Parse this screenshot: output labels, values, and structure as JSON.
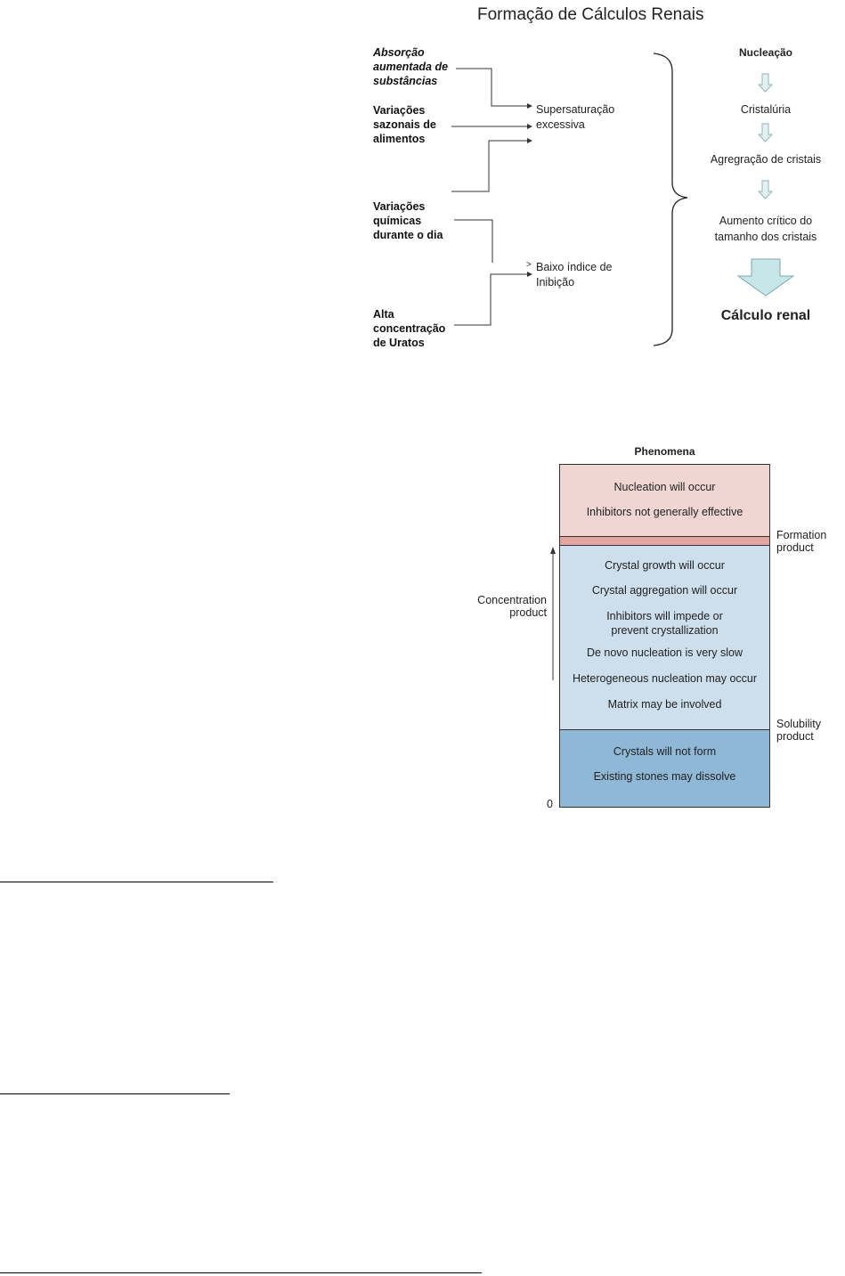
{
  "diagram1": {
    "title": "Formação de Cálculos Renais",
    "inputs": {
      "absorcao": [
        "Absorção",
        "aumentada de",
        "substâncias"
      ],
      "variacoes_sazonais": [
        "Variações",
        "sazonais de",
        "alimentos"
      ],
      "variacoes_quimicas": [
        "Variações",
        "químicas",
        "durante o dia"
      ],
      "alta_concentracao": [
        "Alta",
        "concentração",
        "de Uratos"
      ]
    },
    "middle": {
      "supersaturacao": [
        "Supersaturação",
        "excessiva"
      ],
      "baixo_indice": [
        "Baixo índice de",
        "Inibição"
      ]
    },
    "steps": {
      "nucleacao": "Nucleação",
      "cristaluria": "Cristalúria",
      "agregacao": "Agregração de cristais",
      "aumento": [
        "Aumento crítico do",
        "tamanho  dos cristais"
      ],
      "calculo": "Cálculo renal"
    },
    "colors": {
      "arrow_fill": "#c6e6e8",
      "arrow_stroke": "#7fa8ad"
    }
  },
  "diagram2": {
    "heading": "Phenomena",
    "zone_top": [
      "Nucleation will occur",
      "Inhibitors not generally effective"
    ],
    "zone_middle": [
      "Crystal growth will occur",
      "Crystal aggregation will occur",
      "Inhibitors will impede or",
      "prevent crystallization",
      "De novo nucleation is very slow",
      "Heterogeneous nucleation may occur",
      "Matrix may be involved"
    ],
    "zone_bottom": [
      "Crystals will not form",
      "Existing stones may dissolve"
    ],
    "formation_product": [
      "Formation",
      "product"
    ],
    "solubility_product": [
      "Solubility",
      "product"
    ],
    "concentration_product": [
      "Concentration",
      "product"
    ],
    "zero": "0",
    "colors": {
      "top": "#f0d6d2",
      "band": "#e2a6a2",
      "middle": "#cddfec",
      "bottom": "#8fb7d6"
    }
  }
}
